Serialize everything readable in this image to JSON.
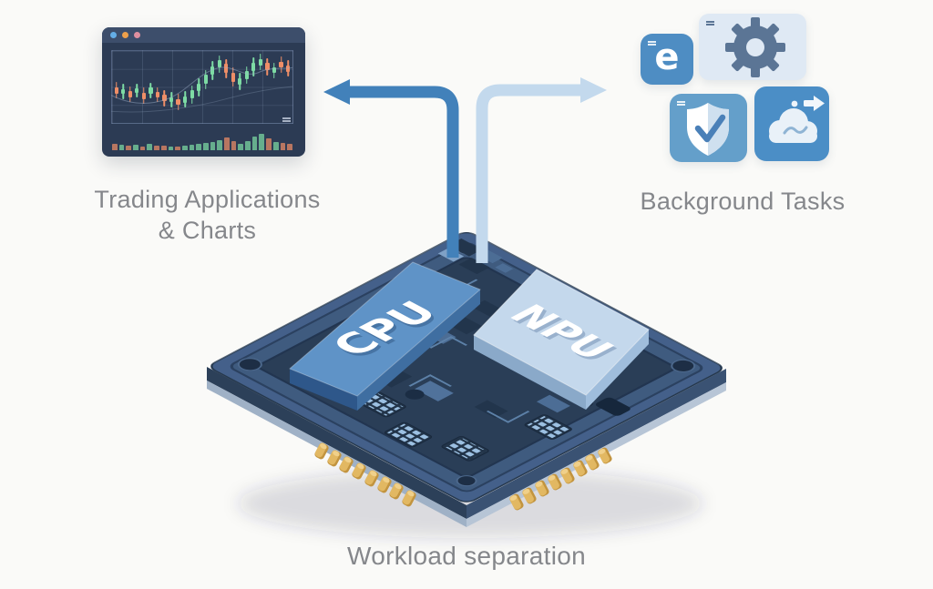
{
  "palette": {
    "background": "#fafaf8",
    "label_text": "#85878b",
    "arrow_to_cpu": "#4281ba",
    "arrow_to_npu": "#c3d9ed",
    "board_top": "#44608a",
    "board_side": "#2c4059",
    "board_rim": "#a9bacf",
    "circuit_bg": "#2a3e57",
    "cpu_top": "#5f93c7",
    "npu_top": "#c4d8ec",
    "pin_gold": "#d9ab55"
  },
  "captions": {
    "left_line1": "Trading Applications",
    "left_line2": "& Charts",
    "right": "Background Tasks",
    "bottom": "Workload separation"
  },
  "chip": {
    "cpu_label": "CPU",
    "npu_label": "NPU"
  },
  "trading_window": {
    "titlebar_dots": [
      "#64aee6",
      "#eda04b",
      "#df8f9f"
    ]
  },
  "chart_data": {
    "type": "candlestick",
    "description": "Stylized dark-theme stock candlestick chart with volume bars; values are percent coordinates [body_top%, body_height%, up(1=green/0=orange), volume%]",
    "up_color": "#7ddba4",
    "down_color": "#ef8e67",
    "grid": true,
    "candles": [
      [
        50,
        9,
        0,
        30
      ],
      [
        53,
        7,
        1,
        26
      ],
      [
        56,
        8,
        0,
        20
      ],
      [
        52,
        6,
        1,
        24
      ],
      [
        58,
        9,
        0,
        18
      ],
      [
        51,
        8,
        1,
        28
      ],
      [
        57,
        7,
        0,
        22
      ],
      [
        61,
        9,
        0,
        20
      ],
      [
        64,
        7,
        1,
        16
      ],
      [
        67,
        8,
        0,
        18
      ],
      [
        63,
        9,
        1,
        22
      ],
      [
        55,
        11,
        1,
        26
      ],
      [
        45,
        11,
        1,
        30
      ],
      [
        33,
        13,
        1,
        34
      ],
      [
        21,
        12,
        1,
        38
      ],
      [
        13,
        10,
        1,
        44
      ],
      [
        18,
        13,
        0,
        58
      ],
      [
        30,
        13,
        0,
        42
      ],
      [
        38,
        9,
        1,
        30
      ],
      [
        28,
        11,
        1,
        40
      ],
      [
        16,
        12,
        1,
        62
      ],
      [
        11,
        9,
        1,
        72
      ],
      [
        17,
        10,
        0,
        52
      ],
      [
        23,
        8,
        1,
        38
      ],
      [
        15,
        8,
        0,
        32
      ],
      [
        20,
        9,
        0,
        28
      ]
    ]
  },
  "background_tasks_icons": [
    {
      "name": "browser-e",
      "bg": "#4e8dc3",
      "glyph": "e"
    },
    {
      "name": "settings-gear",
      "bg": "#dfe9f4",
      "fg": "#5b7595"
    },
    {
      "name": "security-shield",
      "bg": "#649fca"
    },
    {
      "name": "cloud-sync",
      "bg": "#4b8ec6"
    }
  ]
}
